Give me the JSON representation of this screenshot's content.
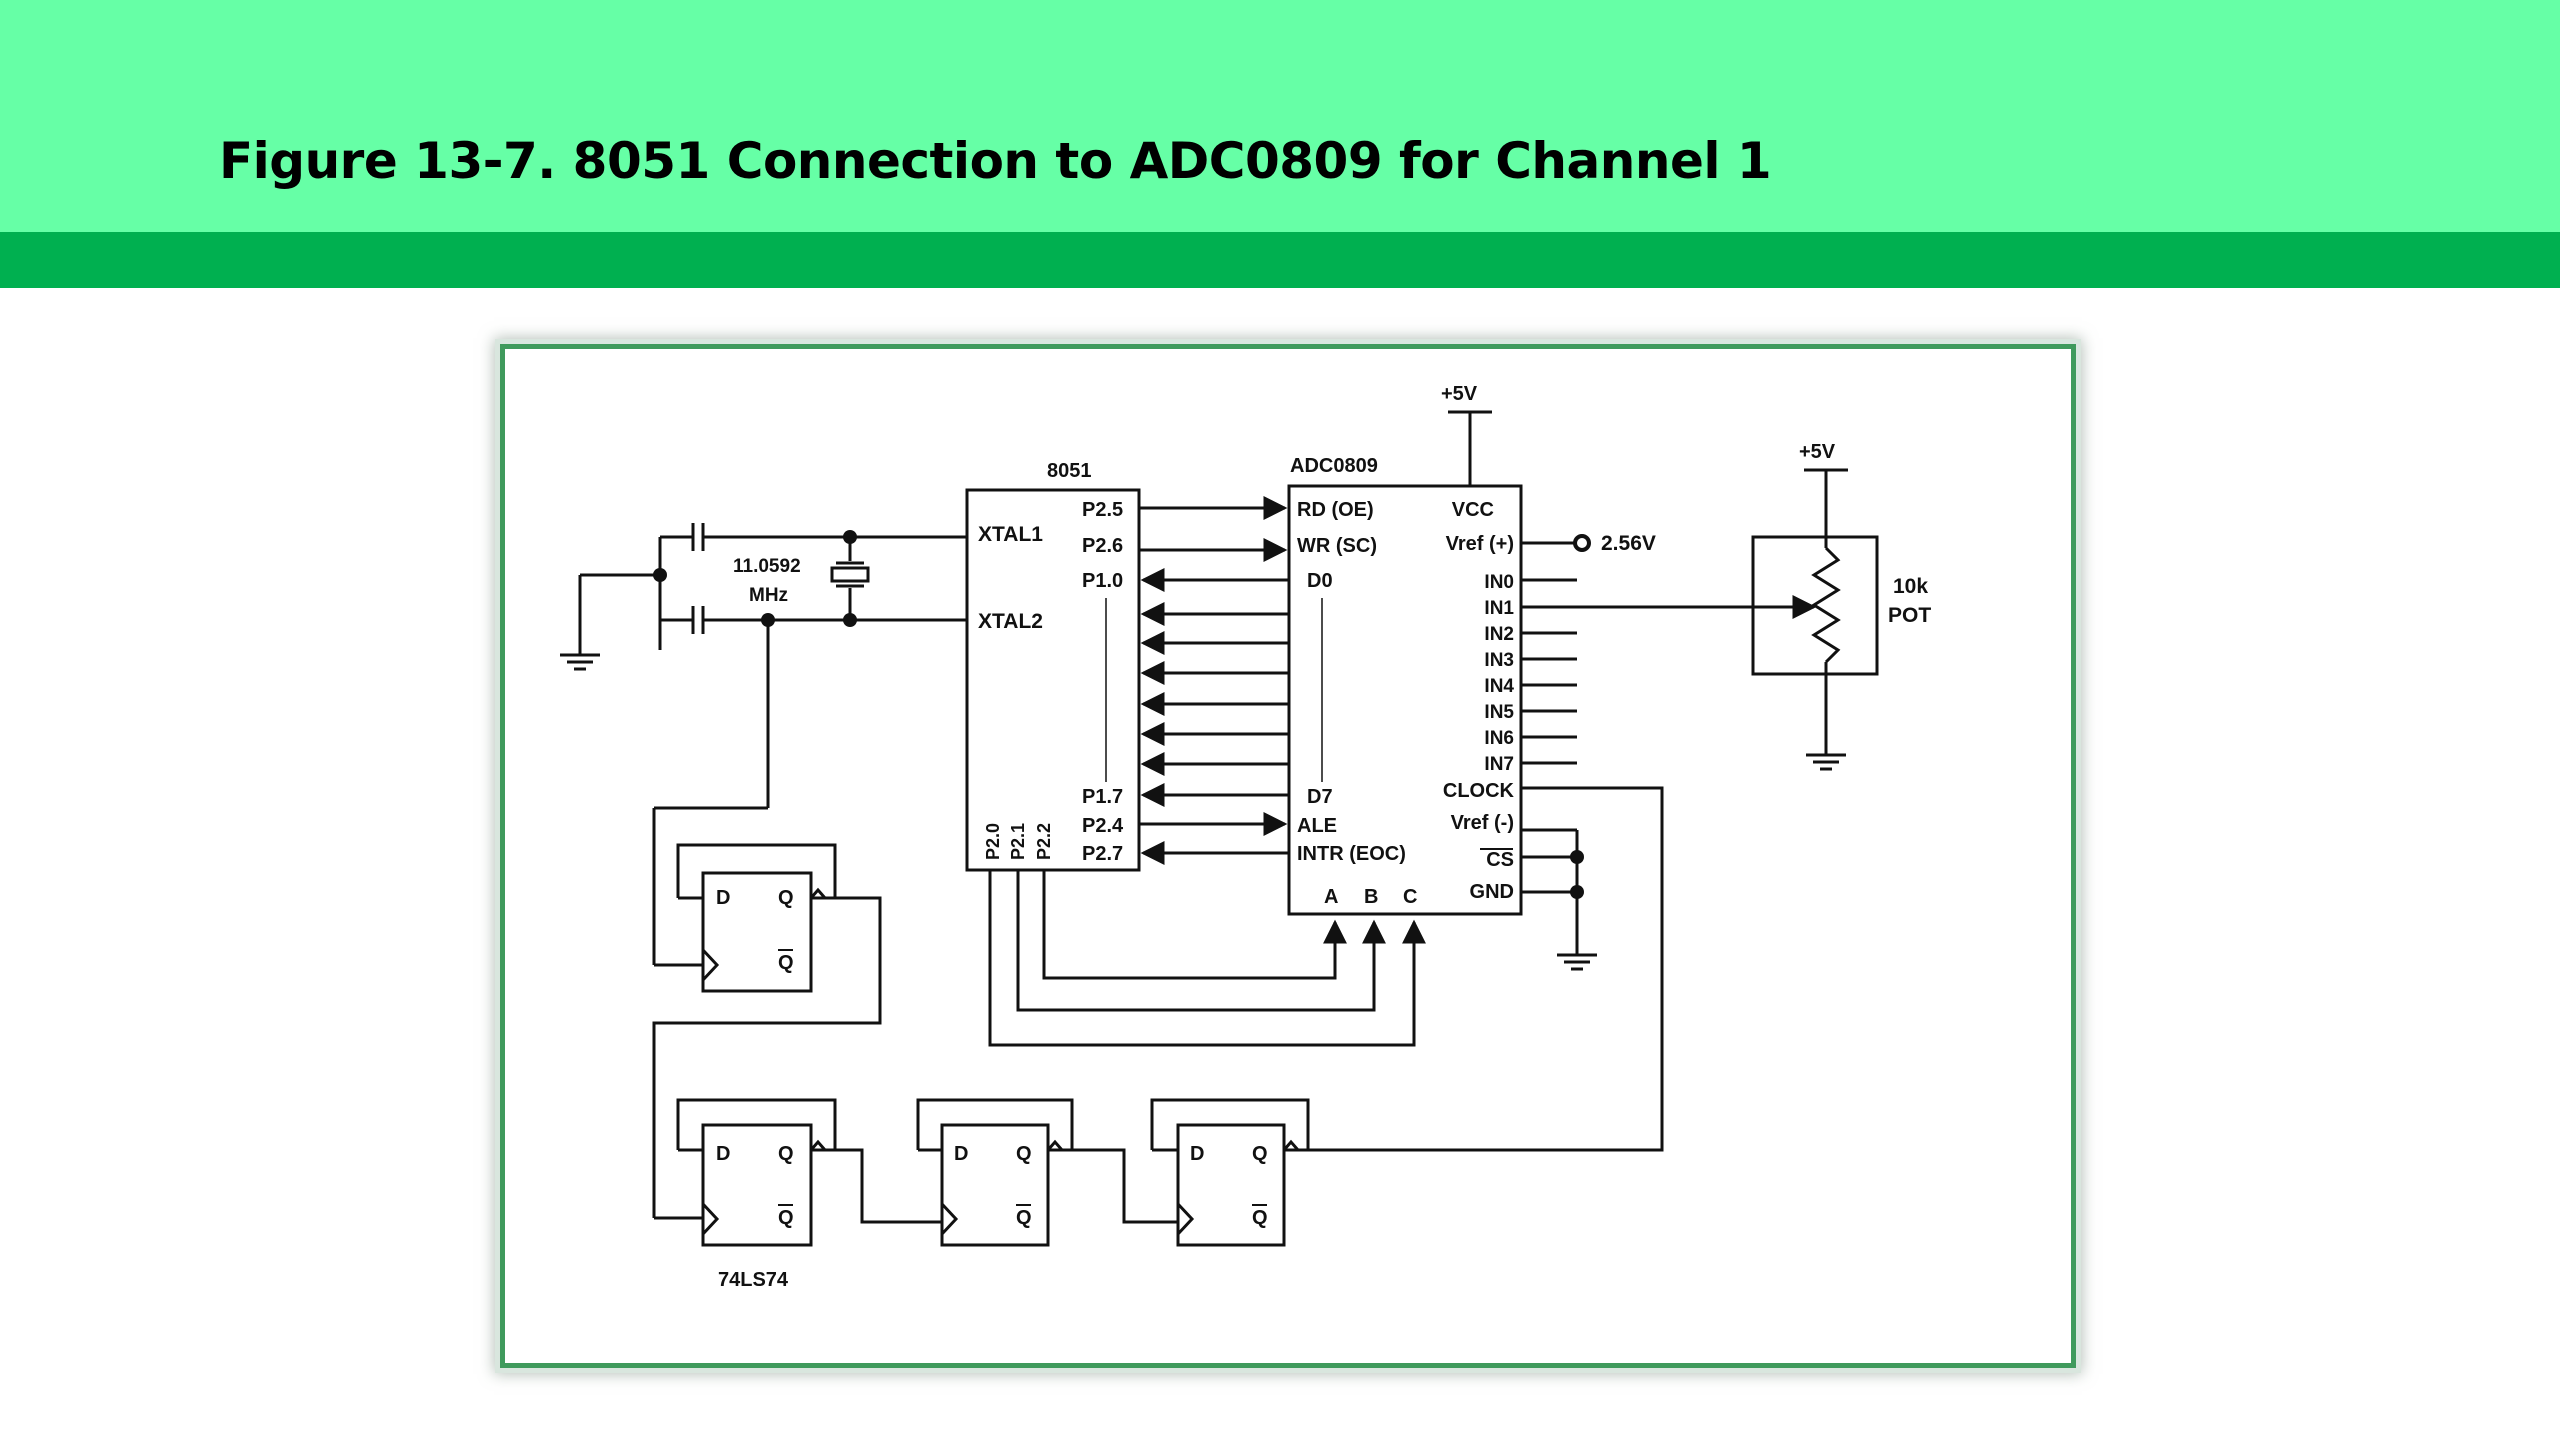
{
  "header": {
    "title": "Figure 13-7. 8051 Connection to ADC0809 for Channel 1",
    "bg_color": "#66ffa6",
    "stripe_color": "#00b050"
  },
  "figure": {
    "frame_color": "#3f9a5c",
    "crystal": {
      "line1": "11.0592",
      "line2": "MHz"
    },
    "mcu": {
      "title": "8051",
      "xtal1": "XTAL1",
      "xtal2": "XTAL2",
      "p25": "P2.5",
      "p26": "P2.6",
      "p10": "P1.0",
      "p17": "P1.7",
      "p24": "P2.4",
      "p27": "P2.7",
      "p20": "P2.0",
      "p21": "P2.1",
      "p22": "P2.2"
    },
    "adc": {
      "title": "ADC0809",
      "rd": "RD (OE)",
      "wr": "WR (SC)",
      "d0": "D0",
      "d7": "D7",
      "ale": "ALE",
      "intr": "INTR (EOC)",
      "a": "A",
      "b": "B",
      "c": "C",
      "vcc": "VCC",
      "vref_pos": "Vref (+)",
      "in0": "IN0",
      "in1": "IN1",
      "in2": "IN2",
      "in3": "IN3",
      "in4": "IN4",
      "in5": "IN5",
      "in6": "IN6",
      "in7": "IN7",
      "clock": "CLOCK",
      "vref_neg": "Vref (-)",
      "cs": "CS",
      "gnd": "GND"
    },
    "supply_adc": "+5V",
    "supply_pot": "+5V",
    "vref_value": "2.56V",
    "pot": {
      "line1": "10k",
      "line2": "POT"
    },
    "flipflop": {
      "d": "D",
      "q": "Q",
      "qbar": "Q"
    },
    "ff_part": "74LS74"
  }
}
